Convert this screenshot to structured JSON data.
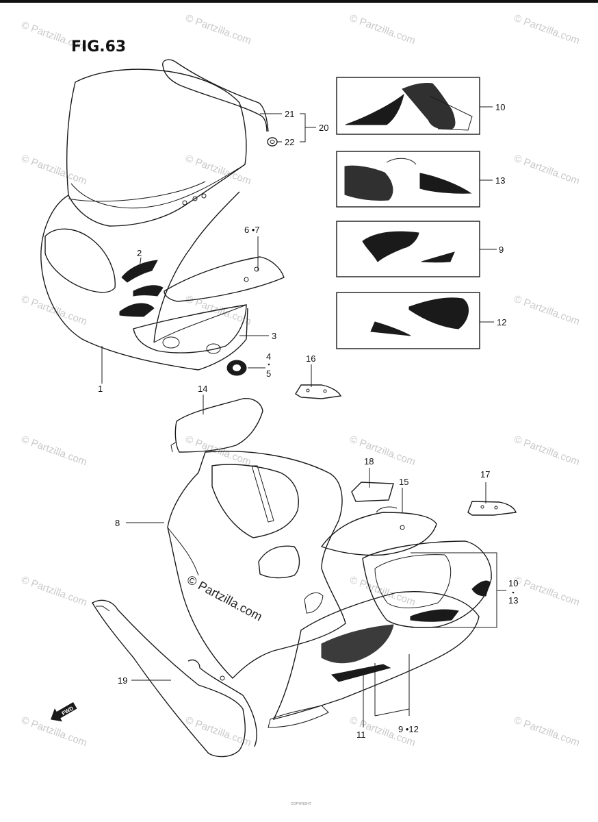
{
  "figure": {
    "title": "FIG.63",
    "watermark_text": "© Partzilla.com",
    "footer_text": "COPYRIGHT",
    "fwd_label": "FWD"
  },
  "callouts": {
    "c1": "1",
    "c2": "2",
    "c3": "3",
    "c4": "4",
    "c5": "5",
    "c6_7": "6 •7",
    "c8": "8",
    "c9": "9",
    "c10": "10",
    "c10_13_a": "10",
    "c10_13_b": "13",
    "c11": "11",
    "c12": "12",
    "c13": "13",
    "c14": "14",
    "c15": "15",
    "c16": "16",
    "c17": "17",
    "c18": "18",
    "c19": "19",
    "c20": "20",
    "c21": "21",
    "c22": "22",
    "c9_12": "9 •12"
  },
  "colors": {
    "line": "#1a1a1a",
    "watermark": "#c9c9c9"
  }
}
